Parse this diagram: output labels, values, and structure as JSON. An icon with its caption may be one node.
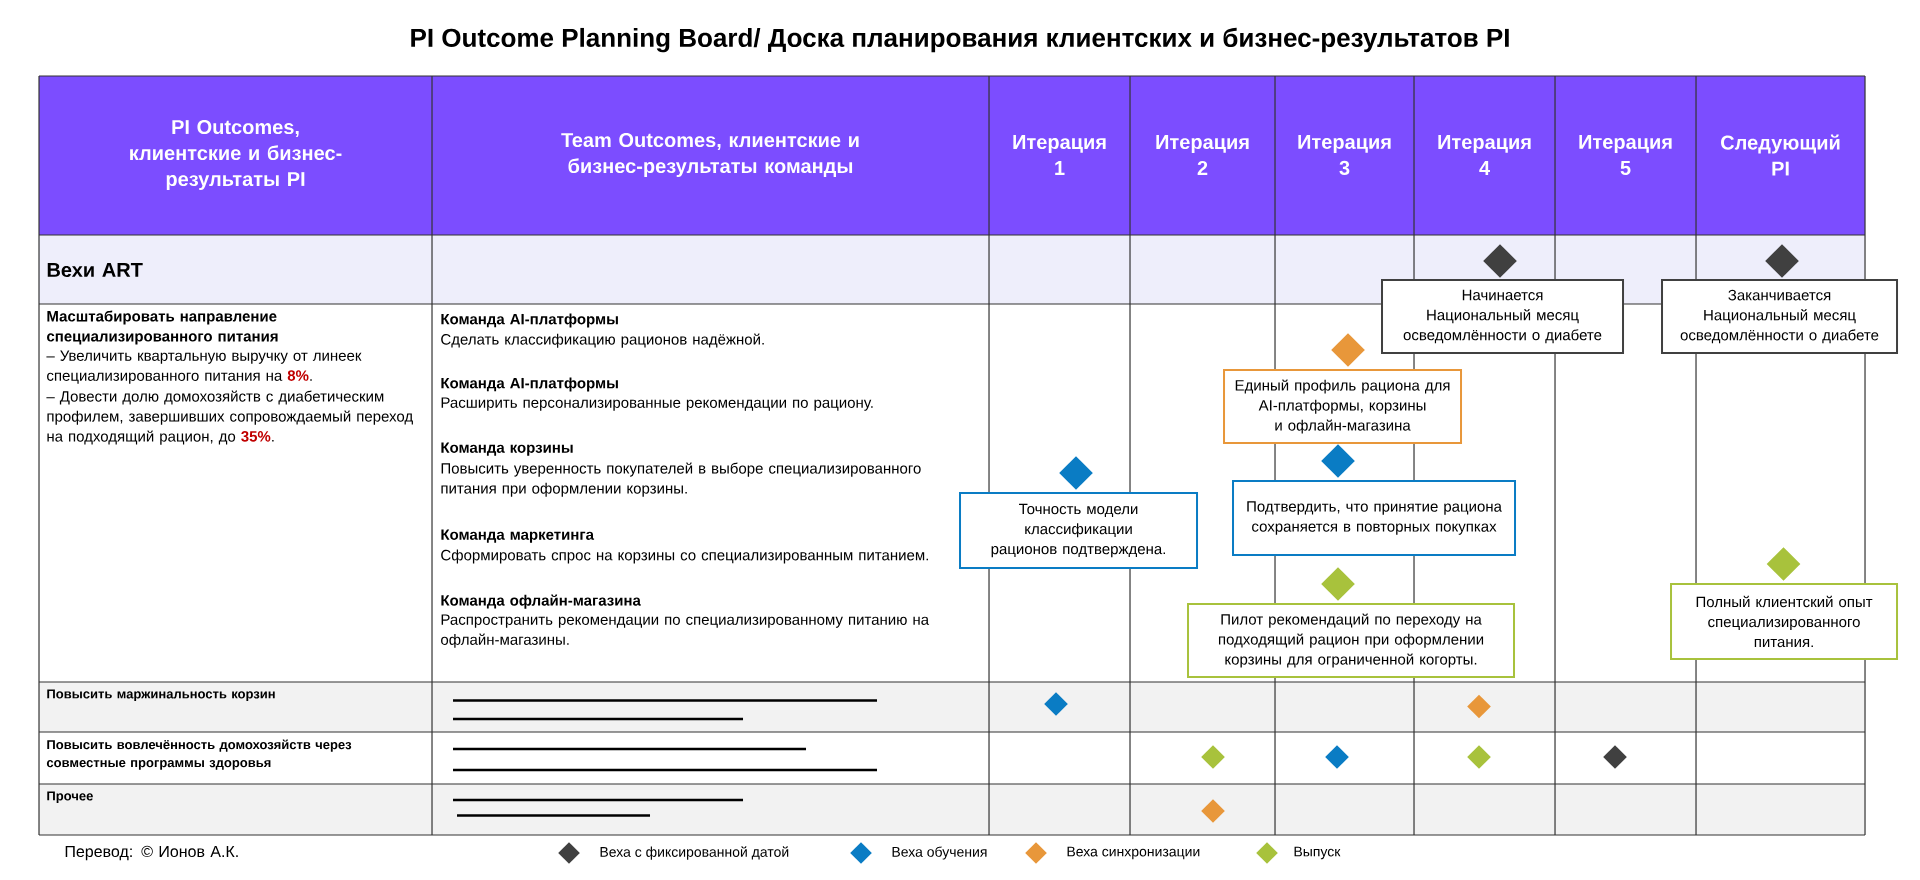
{
  "diagram": {
    "title": "PI Outcome Planning Board/ Доска планирования клиентских и бизнес-результатов PI",
    "nodes": [
      {
        "text": [],
        "shape": "diamond"
      },
      {
        "text": [
          "Начинается Национальный месяц осведомлённости о диабете"
        ]
      },
      {
        "text": [],
        "shape": "diamond"
      },
      {
        "text": [
          "Заканчивается Национальный месяц осведомлённости о диабете"
        ]
      },
      {
        "text": [],
        "shape": "diamond"
      },
      {
        "text": [
          "Единый профиль рациона для AI-платформы, корзины и офлайн-магазина"
        ]
      },
      {
        "text": [],
        "shape": "diamond"
      },
      {
        "text": [],
        "shape": "diamond"
      },
      {
        "text": [
          "Точность модели классификации рационов подтверждена."
        ]
      },
      {
        "text": [
          "Подтвердить, что принятие рациона сохраняется в повторных покупках"
        ]
      },
      {
        "text": [],
        "shape": "diamond"
      },
      {
        "text": [],
        "shape": "diamond"
      },
      {
        "text": [
          "Полный клиентский опыт специализированного питания."
        ]
      },
      {
        "text": [
          "Пилот рекомендаций по переходу на подходящий рацион при оформлении корзины для ограниченной когорты."
        ]
      },
      {
        "text": [],
        "shape": "diamond"
      },
      {
        "text": [],
        "shape": "diamond"
      },
      {
        "text": [],
        "shape": "diamond"
      },
      {
        "text": [],
        "shape": "diamond"
      },
      {
        "text": [],
        "shape": "diamond"
      },
      {
        "text": [],
        "shape": "diamond"
      },
      {
        "text": [],
        "shape": "diamond"
      }
    ],
    "labels": [
      "PI Outcomes, клиентские и бизнес-результаты PI",
      "Team Outcomes, клиентские и бизнес-результаты команды",
      "Итерация 1",
      "Итерация 2",
      "Итерация 3",
      "Итерация 4",
      "Итерация 5",
      "Следующий PI",
      "Вехи ART",
      "Масштабировать направление специализированного питания",
      "– Увеличить квартальную выручку от линеек специализированного питания на **8%**.",
      "– Довести долю домохозяйств с диабетическим профилем, завершивших сопровождаемый переход на подходящий рацион, до **35%**.",
      "Команда AI-платформы",
      "Сделать классификацию рационов надёжной.",
      "Команда AI-платформы",
      "Расширить персонализированные рекомендации по рациону.",
      "Команда корзины",
      "Повысить уверенность покупателей в выборе специализированного питания при оформлении корзины.",
      "Команда маркетинга",
      "Сформировать спрос на корзины со специализированным питанием.",
      "Команда офлайн-магазина",
      "Распространить рекомендации по специализированному питанию на офлайн-магазины.",
      "Повысить маржинальность корзин",
      "Повысить вовлечённость домохозяйств через совместные программы здоровья",
      "Прочее",
      "Перевод: © Ионов А.К."
    ],
    "legend": [
      {
        "text": "Веха с фиксированной датой",
        "color": "#404040"
      },
      {
        "text": "Веха обучения",
        "color": "#0A7CC4"
      },
      {
        "text": "Веха синхронизации",
        "color": "#E8973A"
      },
      {
        "text": "Выпуск",
        "color": "#A8C23C"
      }
    ]
  }
}
